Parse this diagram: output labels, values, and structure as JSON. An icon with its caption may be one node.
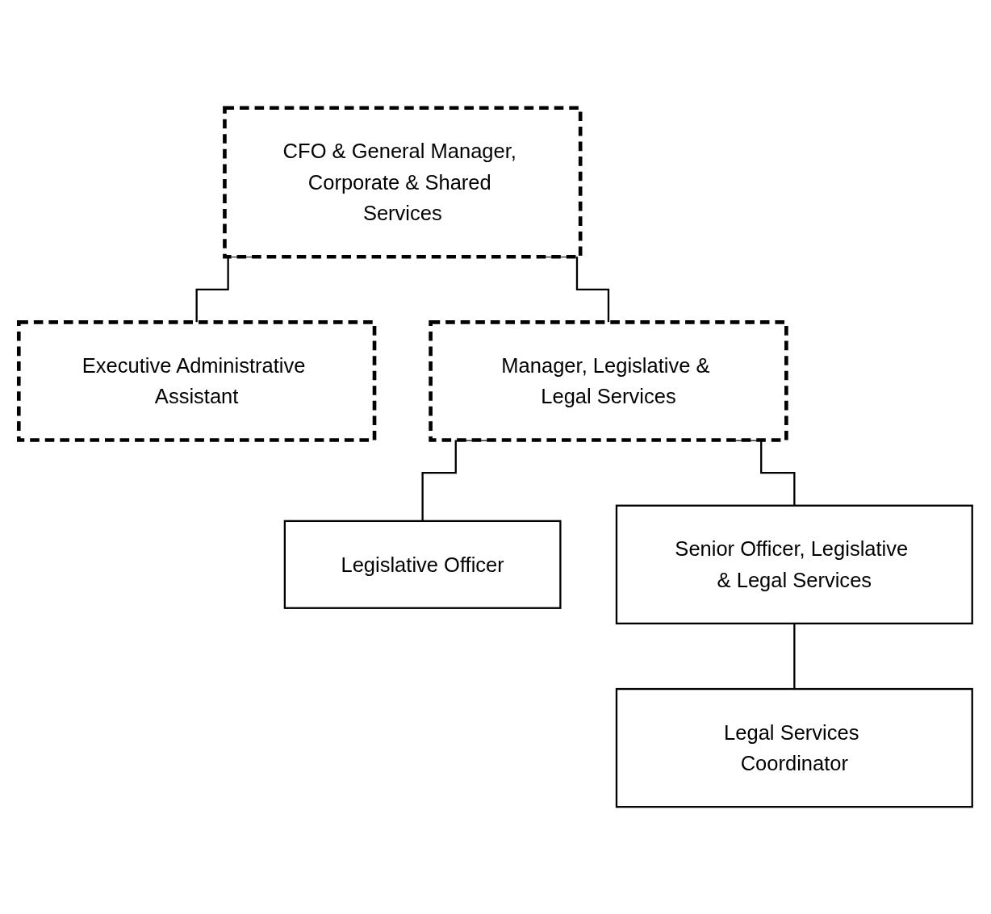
{
  "diagram": {
    "nodes": [
      {
        "text": [
          "CFO & General Manager, Corporate & Shared Services"
        ]
      },
      {
        "text": [
          "Executive Administrative Assistant"
        ]
      },
      {
        "text": [
          "Manager, Legislative & Legal Services"
        ]
      },
      {
        "text": [
          "Legislative Officer"
        ]
      },
      {
        "text": [
          "Senior Officer, Legislative & Legal Services"
        ]
      },
      {
        "text": [
          "Legal Services Coordinator"
        ]
      }
    ],
    "edges": [
      {
        "from": 0,
        "to": 2,
        "arrow": "none"
      },
      {
        "from": 0,
        "to": 1,
        "arrow": "none"
      },
      {
        "from": 2,
        "to": 3,
        "arrow": "none"
      },
      {
        "from": 2,
        "to": 4,
        "arrow": "none"
      },
      {
        "from": 4,
        "to": 5,
        "arrow": "none"
      }
    ]
  }
}
